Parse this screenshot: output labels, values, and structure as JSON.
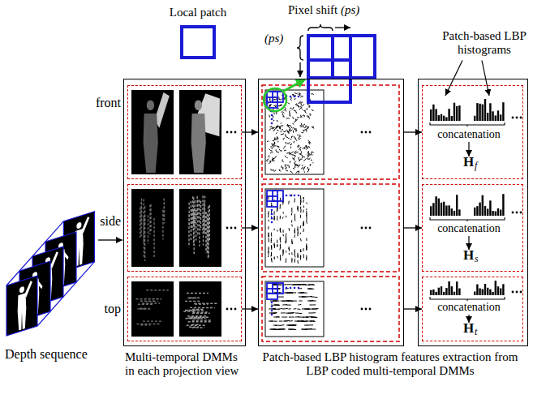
{
  "diagram": {
    "nodes": [
      {
        "text": [
          "Local patch"
        ]
      },
      {
        "text": [
          "Pixel shift",
          "(ps)",
          "(ps)"
        ]
      },
      {
        "text": [
          "Multi-temporal DMMs in each projection view"
        ]
      },
      {
        "text": [
          "front"
        ],
        "in": 2
      },
      {
        "text": [
          "side"
        ],
        "in": 2
      },
      {
        "text": [
          "top"
        ],
        "in": 2
      },
      {
        "text": [
          "Patch-based LBP histogram features extraction from LBP coded multi-temporal DMMs"
        ]
      },
      {
        "text": [
          "Patch-based LBP histograms"
        ]
      },
      {
        "text": [
          "concatenation",
          "H",
          "f"
        ],
        "in": 7
      },
      {
        "text": [
          "concatenation",
          "H",
          "s"
        ],
        "in": 7
      },
      {
        "text": [
          "concatenation",
          "H",
          "t"
        ],
        "in": 7
      }
    ],
    "edges": [
      {
        "from": 3,
        "to": 6,
        "arrow": "to"
      },
      {
        "from": 4,
        "to": 6,
        "arrow": "to"
      },
      {
        "from": 5,
        "to": 6,
        "arrow": "to"
      },
      {
        "from": 6,
        "to": 8,
        "arrow": "to"
      },
      {
        "from": 6,
        "to": 9,
        "arrow": "to"
      },
      {
        "from": 6,
        "to": 10,
        "arrow": "to"
      }
    ],
    "labels": [
      "Depth sequence"
    ]
  }
}
